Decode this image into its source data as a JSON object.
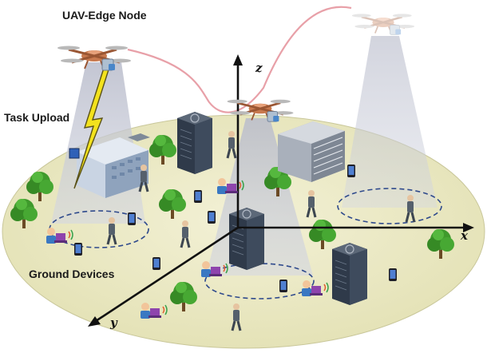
{
  "labels": {
    "uav_edge_node": "UAV-Edge Node",
    "task_upload": "Task Upload",
    "ground_devices": "Ground Devices"
  },
  "axes": {
    "x": "x",
    "y": "y",
    "z": "z"
  },
  "colors": {
    "ground": "#ecebc6",
    "coverage_beam": "#c9ccd8",
    "coverage_ring": "#2f4a8c",
    "link_curve": "#e8a0a8",
    "upload_bolt": "#f3e21d",
    "uav_body": "#c8794e",
    "server_dark": "#3b4758",
    "tree": "#3f9a2c"
  },
  "icons": [
    "uav-drone-icon",
    "server-rack-icon",
    "data-center-building-icon",
    "tree-icon",
    "smartphone-icon",
    "person-icon",
    "laptop-user-icon",
    "lightning-bolt-icon"
  ]
}
